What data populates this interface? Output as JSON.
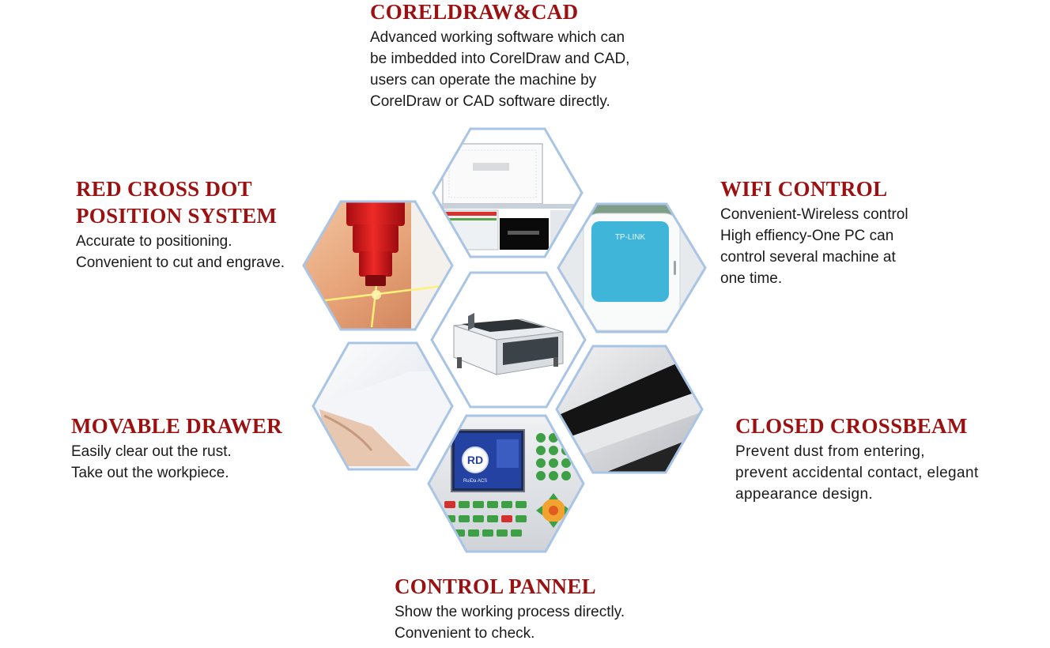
{
  "features": {
    "coreldraw": {
      "title": "CORELDRAW&CAD",
      "lines": [
        "Advanced working software which can",
        "be imbedded into CorelDraw and CAD,",
        "users can operate the machine by",
        "CorelDraw or CAD software directly."
      ]
    },
    "red_cross": {
      "title_lines": [
        "RED CROSS DOT",
        "POSITION SYSTEM"
      ],
      "lines": [
        "Accurate to positioning.",
        "Convenient to cut and engrave."
      ]
    },
    "wifi": {
      "title": "WIFI CONTROL",
      "lines": [
        "Convenient-Wireless control",
        "High effiency-One PC can",
        "control several machine at",
        "one time."
      ]
    },
    "drawer": {
      "title": "MOVABLE DRAWER",
      "lines": [
        "Easily clear out the rust.",
        "Take out the workpiece."
      ]
    },
    "crossbeam": {
      "title": "CLOSED CROSSBEAM",
      "lines": [
        "Prevent dust from entering,",
        "prevent accidental contact, elegant",
        "appearance design."
      ]
    },
    "control": {
      "title": "CONTROL PANNEL",
      "lines": [
        "Show the working process directly.",
        "Convenient to check."
      ]
    }
  },
  "images": {
    "screen_logo_text": "RD",
    "screen_sub_text": "RuiDa ACS",
    "router_brand": "TP-LINK"
  },
  "colors": {
    "title_red": "#9b1111",
    "hex_border": "#a9c4e4",
    "text": "#1a1a1a"
  }
}
